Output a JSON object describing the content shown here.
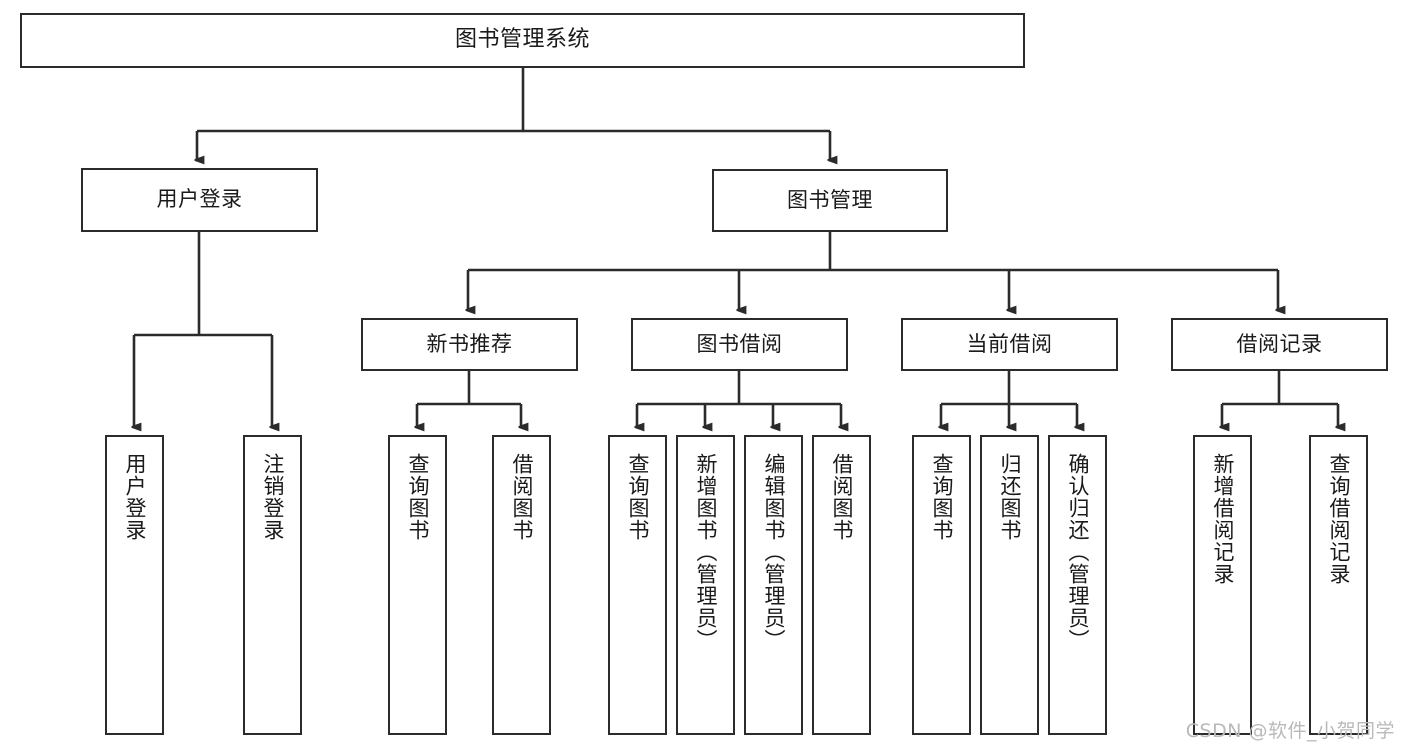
{
  "diagram": {
    "title": "图书管理系统",
    "watermark": "CSDN @软件_小贺同学",
    "colors": {
      "stroke": "#2b2b2b",
      "fill": "#ffffff",
      "text": "#1a1a1a",
      "watermark": "#b9b9b9"
    },
    "root": {
      "label": "图书管理系统"
    },
    "level2": [
      {
        "label": "用户登录"
      },
      {
        "label": "图书管理"
      }
    ],
    "level3": [
      {
        "label": "新书推荐"
      },
      {
        "label": "图书借阅"
      },
      {
        "label": "当前借阅"
      },
      {
        "label": "借阅记录"
      }
    ],
    "leaves": {
      "user_login": [
        {
          "label": "用户登录"
        },
        {
          "label": "注销登录"
        }
      ],
      "new_book": [
        {
          "label": "查询图书"
        },
        {
          "label": "借阅图书"
        }
      ],
      "borrow_book": [
        {
          "label": "查询图书"
        },
        {
          "label": "新增图书（管理员）"
        },
        {
          "label": "编辑图书（管理员）"
        },
        {
          "label": "借阅图书"
        }
      ],
      "current_borrow": [
        {
          "label": "查询图书"
        },
        {
          "label": "归还图书"
        },
        {
          "label": "确认归还（管理员）"
        }
      ],
      "borrow_record": [
        {
          "label": "新增借阅记录"
        },
        {
          "label": "查询借阅记录"
        }
      ]
    }
  }
}
